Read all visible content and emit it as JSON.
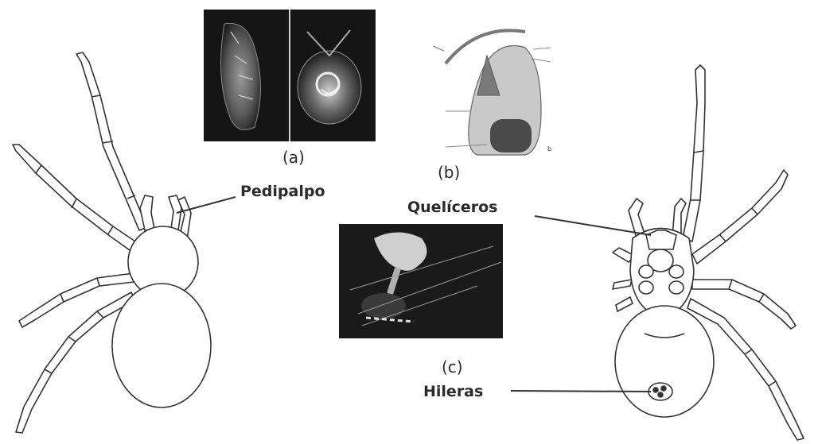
{
  "figure": {
    "labels": {
      "a_caption": "(a)",
      "b_caption": "(b)",
      "c_caption": "(c)",
      "pedipalpo": "Pedipalpo",
      "queliceros": "Quelíceros",
      "hileras": "Hileras"
    },
    "colors": {
      "ink": "#333333",
      "photo_bg": "#141414",
      "chelicera_fill": "#c9c9c9",
      "gland_fill": "#4a4a4a"
    },
    "panels": {
      "a": "sem-photo-palp",
      "b": "chelicera-cross-section",
      "c": "spinneret-silk-photo"
    }
  }
}
